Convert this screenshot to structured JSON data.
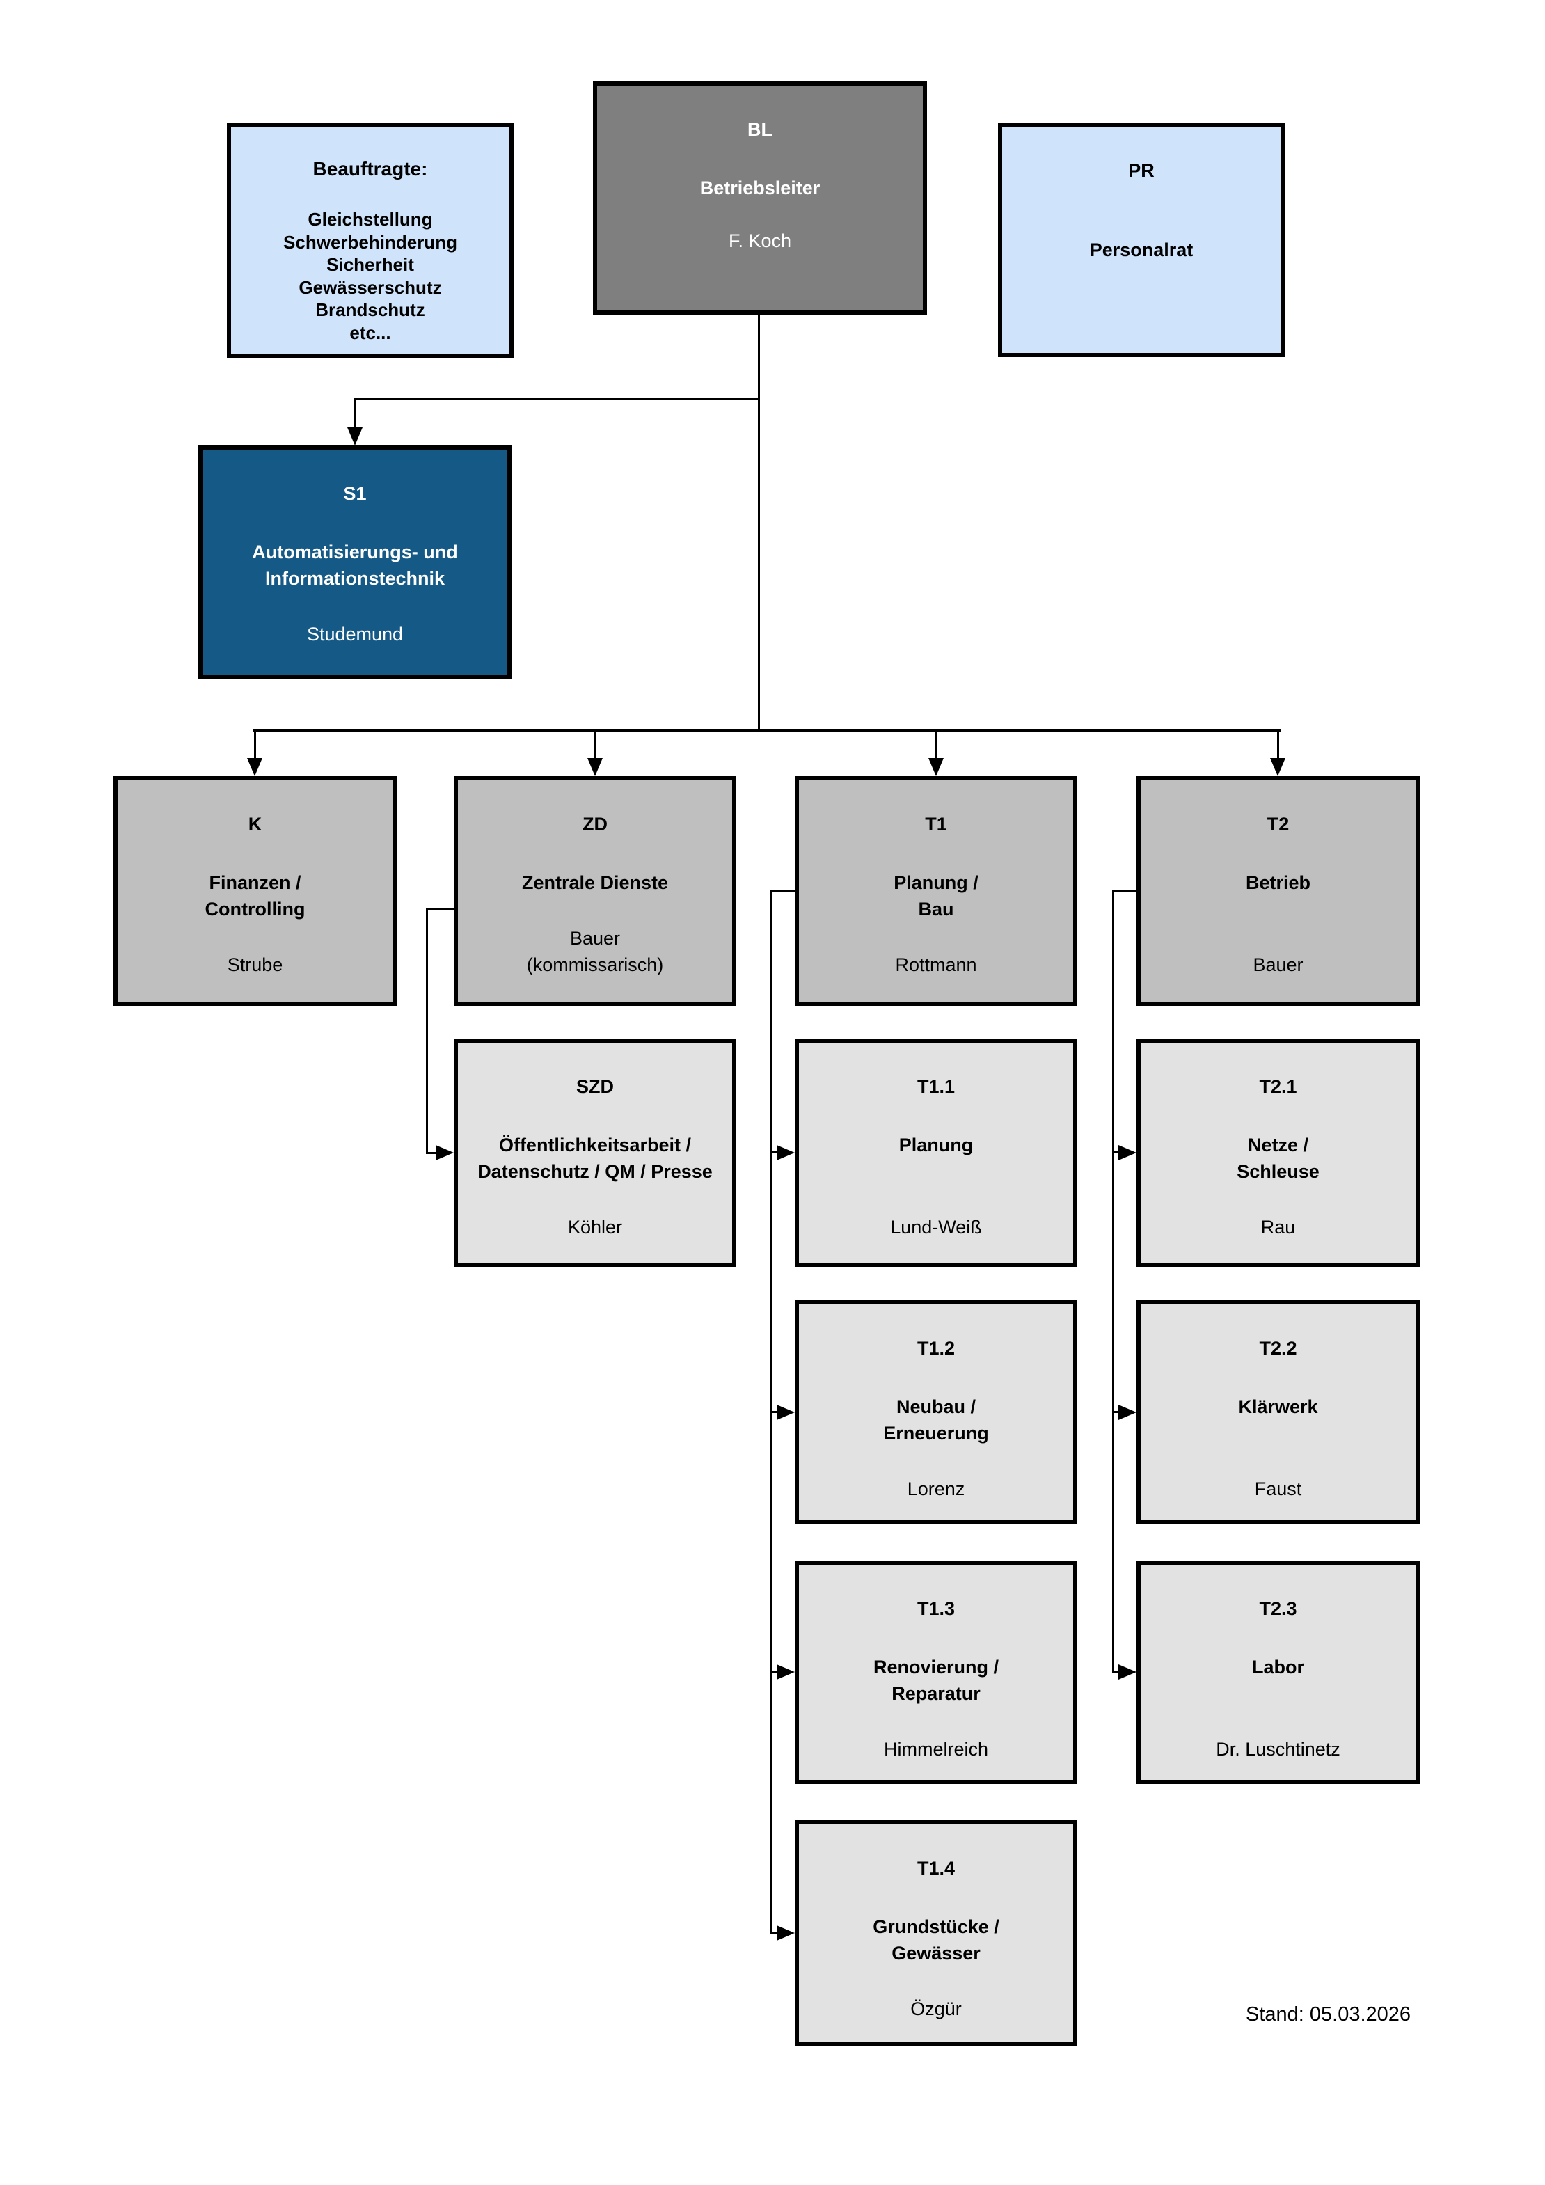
{
  "page": {
    "stand": "Stand: 05.03.2026"
  },
  "colors": {
    "committee_light_blue": "#cfe4fb",
    "leadership_gray": "#7f7f7f",
    "staff_unit_dark_blue": "#155987",
    "department_gray": "#bfbfbf",
    "subunit_light_gray": "#e2e2e2",
    "line_black": "#000000"
  },
  "boxes": {
    "beauftragte": {
      "title": "Beauftragte:",
      "items": [
        "Gleichstellung",
        "Schwerbehinderung",
        "Sicherheit",
        "Gewässerschutz",
        "Brandschutz",
        "etc..."
      ]
    },
    "bl": {
      "code": "BL",
      "title": "Betriebsleiter",
      "name": "F. Koch"
    },
    "pr": {
      "code": "PR",
      "title": "Personalrat"
    },
    "s1": {
      "code": "S1",
      "title": "Automatisierungs- und\nInformationstechnik",
      "name": "Studemund"
    },
    "k": {
      "code": "K",
      "title": "Finanzen /\nControlling",
      "name": "Strube"
    },
    "zd": {
      "code": "ZD",
      "title": "Zentrale Dienste",
      "name": "Bauer\n(kommissarisch)"
    },
    "t1": {
      "code": "T1",
      "title": "Planung /\nBau",
      "name": "Rottmann"
    },
    "t2": {
      "code": "T2",
      "title": "Betrieb",
      "name": "Bauer"
    },
    "szd": {
      "code": "SZD",
      "title": "Öffentlichkeitsarbeit /\nDatenschutz / QM / Presse",
      "name": "Köhler"
    },
    "t11": {
      "code": "T1.1",
      "title": "Planung",
      "name": "Lund-Weiß"
    },
    "t12": {
      "code": "T1.2",
      "title": "Neubau /\nErneuerung",
      "name": "Lorenz"
    },
    "t13": {
      "code": "T1.3",
      "title": "Renovierung /\nReparatur",
      "name": "Himmelreich"
    },
    "t14": {
      "code": "T1.4",
      "title": "Grundstücke /\nGewässer",
      "name": "Özgür"
    },
    "t21": {
      "code": "T2.1",
      "title": "Netze /\nSchleuse",
      "name": "Rau"
    },
    "t22": {
      "code": "T2.2",
      "title": "Klärwerk",
      "name": "Faust"
    },
    "t23": {
      "code": "T2.3",
      "title": "Labor",
      "name": "Dr. Luschtinetz"
    }
  }
}
